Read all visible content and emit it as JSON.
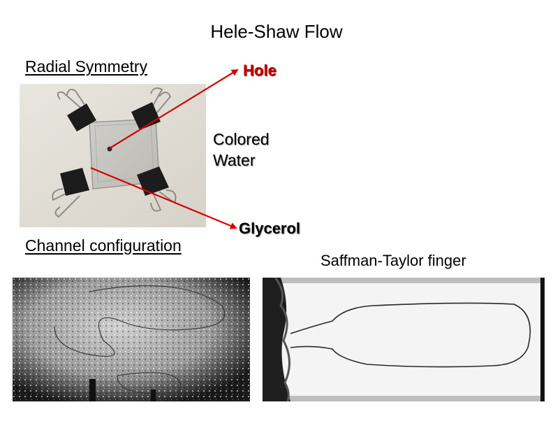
{
  "slide": {
    "title": "Hele-Shaw Flow",
    "labels": {
      "radial_symmetry": "Radial Symmetry",
      "channel_configuration": "Channel configuration",
      "hole": "Hole",
      "colored_water_line1": "Colored",
      "colored_water_line2": "Water",
      "glycerol": "Glycerol",
      "saffman_taylor": "Saffman-Taylor finger"
    },
    "colors": {
      "arrow": "#d40000",
      "hole_text": "#c00000",
      "background": "#ffffff"
    }
  }
}
